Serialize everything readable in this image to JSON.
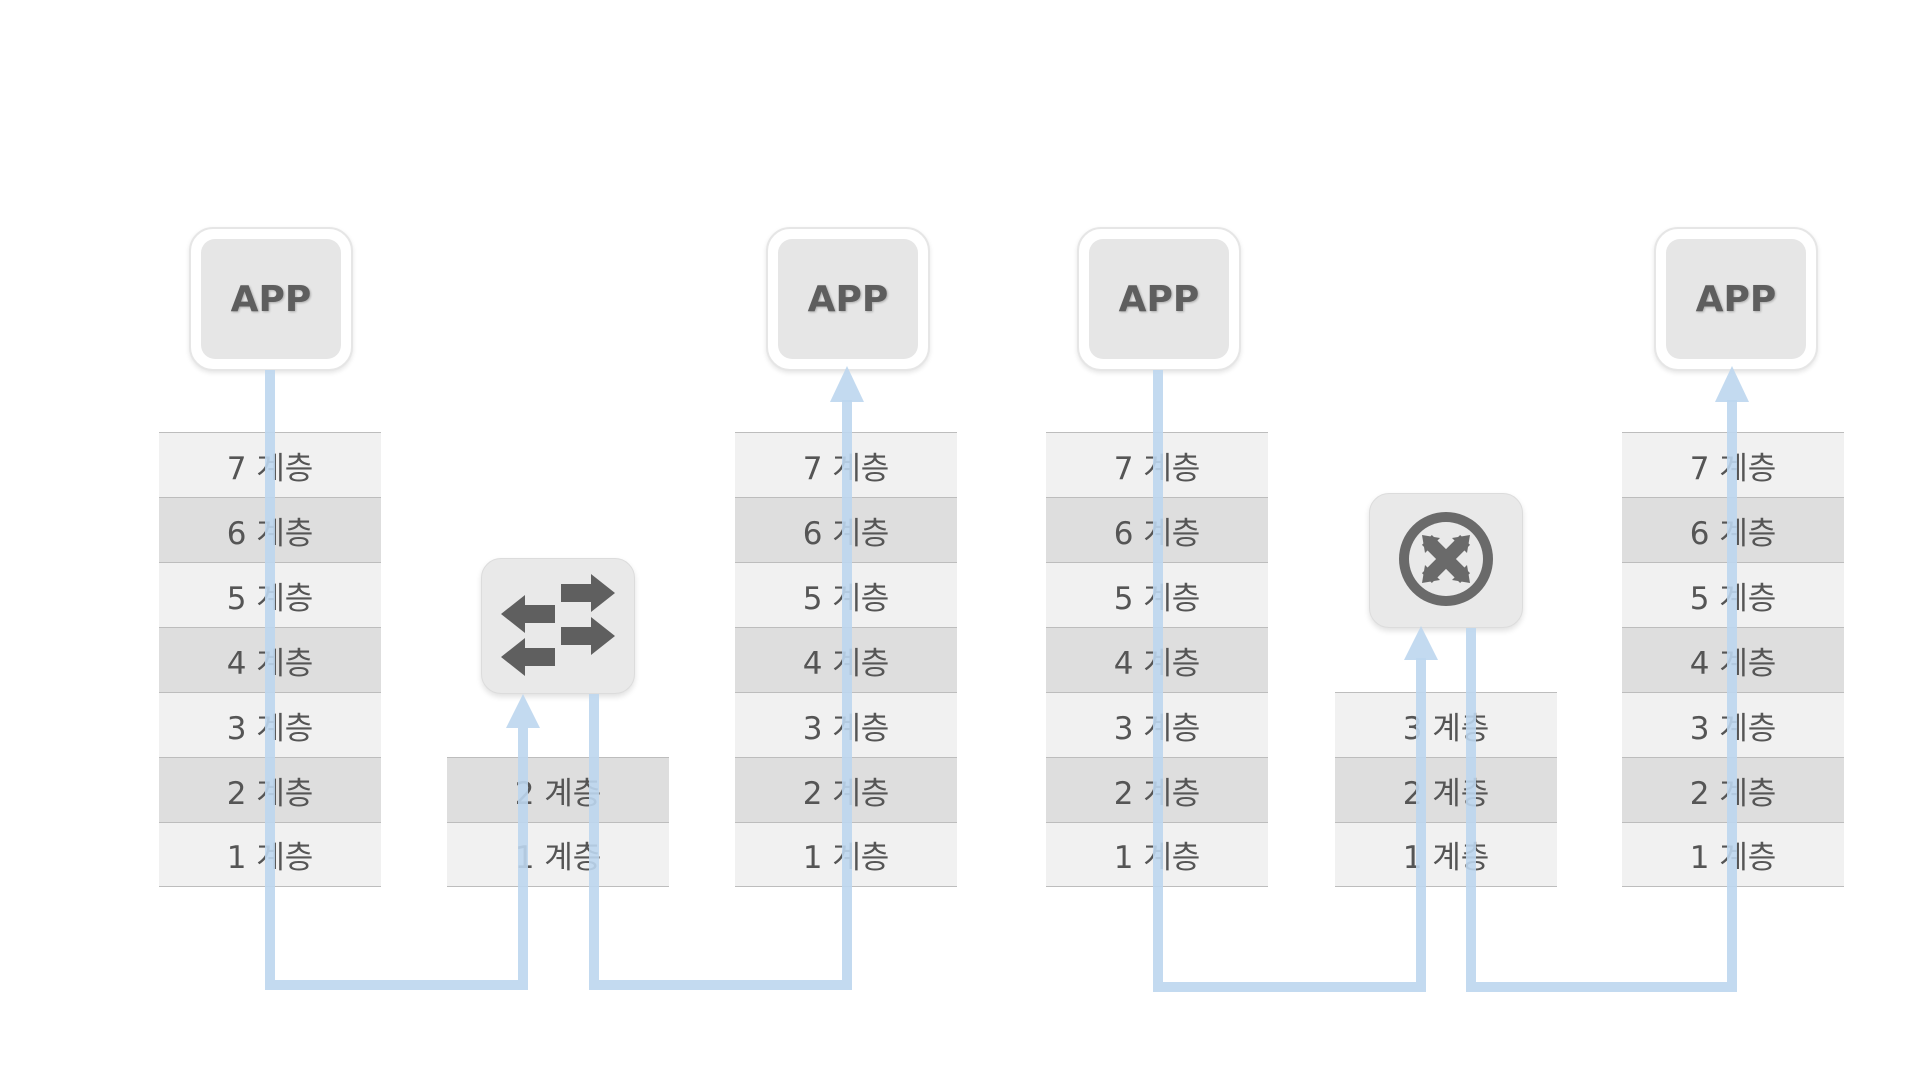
{
  "left_network": {
    "app_left": {
      "label": "APP"
    },
    "app_right": {
      "label": "APP"
    },
    "stack_left": [
      "7 계층",
      "6 계층",
      "5 계층",
      "4 계층",
      "3 계층",
      "2 계층",
      "1 계층"
    ],
    "switch_stack": [
      "2 계층",
      "1 계층"
    ],
    "stack_right": [
      "7 계층",
      "6 계층",
      "5 계층",
      "4 계층",
      "3 계층",
      "2 계층",
      "1 계층"
    ],
    "device_icon": "switch-arrows-icon"
  },
  "right_network": {
    "app_left": {
      "label": "APP"
    },
    "app_right": {
      "label": "APP"
    },
    "stack_left": [
      "7 계층",
      "6 계층",
      "5 계층",
      "4 계층",
      "3 계층",
      "2 계층",
      "1 계층"
    ],
    "router_stack": [
      "3 계층",
      "2 계층",
      "1 계층"
    ],
    "stack_right": [
      "7 계층",
      "6 계층",
      "5 계층",
      "4 계층",
      "3 계층",
      "2 계층",
      "1 계층"
    ],
    "device_icon": "router-icon"
  },
  "colors": {
    "flow_line": "#bcd6ee",
    "layer_light": "#f1f1f1",
    "layer_dark": "#dedede",
    "icon_fill": "#5f5f5f"
  }
}
